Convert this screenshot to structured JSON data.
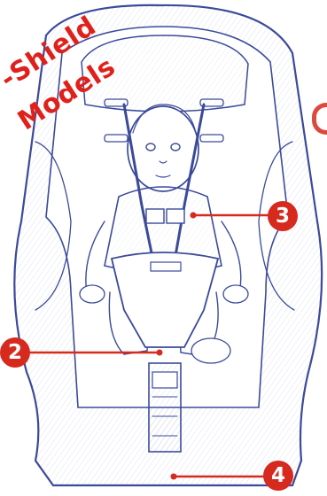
{
  "tag": {
    "line1": "-Shield",
    "line2": "Models"
  },
  "callouts": {
    "c2": "2",
    "c3": "3",
    "c4": "4"
  },
  "colors": {
    "accent": "#d62a1e",
    "ink": "#3b4a9a",
    "paper": "#ffffff"
  }
}
